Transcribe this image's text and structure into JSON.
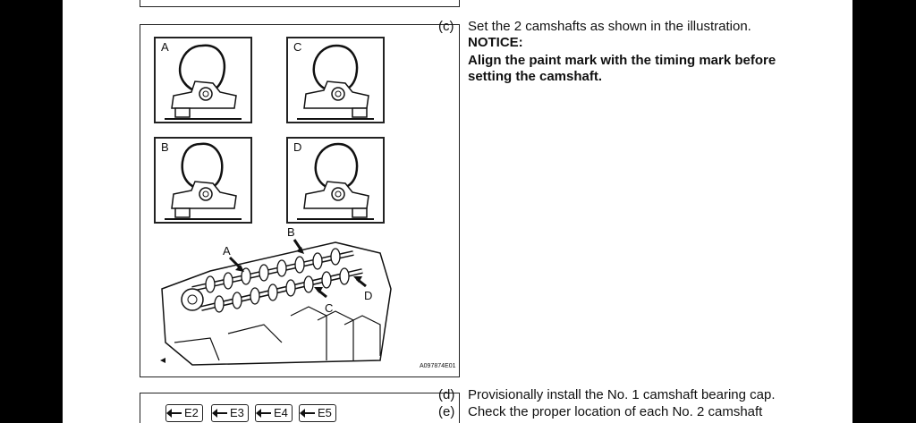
{
  "figure": {
    "panels": [
      {
        "letter": "A"
      },
      {
        "letter": "C"
      },
      {
        "letter": "B"
      },
      {
        "letter": "D"
      }
    ],
    "annotations": {
      "a": "A",
      "b": "B",
      "c": "C",
      "d": "D"
    },
    "figure_id": "A097874E01"
  },
  "steps": {
    "c": {
      "label": "(c)",
      "text": "Set the 2 camshafts as shown in the illustration."
    },
    "notice_title": "NOTICE:",
    "notice_text": "Align the paint mark with the timing mark before setting the camshaft.",
    "d": {
      "label": "(d)",
      "text": "Provisionally install the  No. 1 camshaft bearing cap."
    },
    "e": {
      "label": "(e)",
      "text": "Check the proper location of each No. 2 camshaft"
    }
  },
  "bottom_figure": {
    "labels": [
      "E2",
      "E3",
      "E4",
      "E5"
    ]
  }
}
